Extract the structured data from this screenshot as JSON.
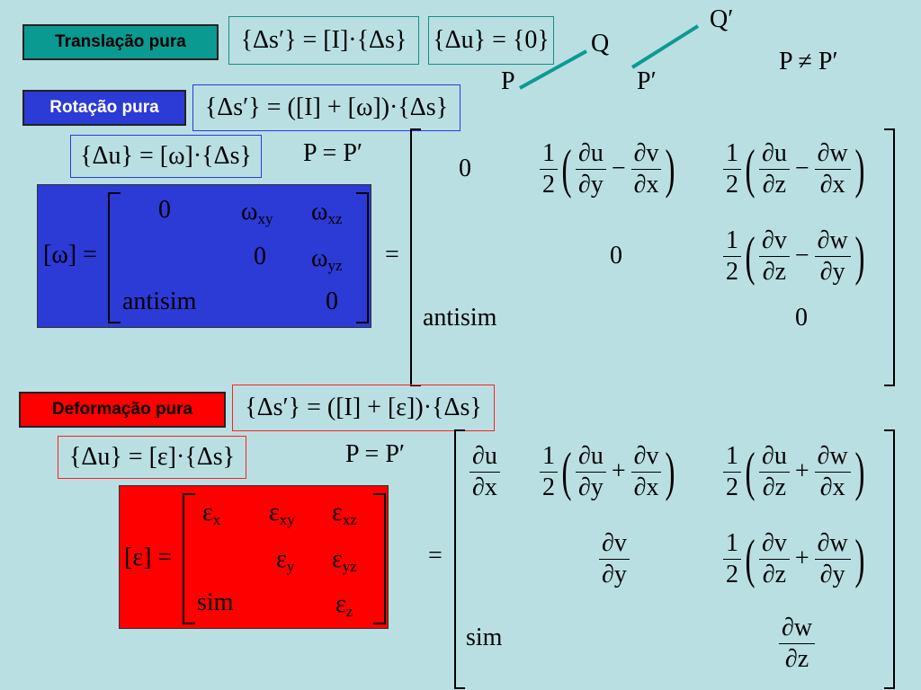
{
  "labels": {
    "translation": "Translação pura",
    "rotation": "Rotação pura",
    "deformation": "Deformação pura"
  },
  "translation": {
    "eq1": "{Δs′} = [I]·{Δs}",
    "eq2": "{Δu} = {0}"
  },
  "geometry_labels": {
    "Q_prime": "Q′",
    "Q": "Q",
    "P": "P",
    "P_prime": "P′",
    "P_neq": "P ≠ P′"
  },
  "rotation": {
    "eq1": "{Δs′} = ([I] + [ω])·{Δs}",
    "eq2": "{Δu} = [ω]·{Δs}",
    "p_eq": "P = P′",
    "matrix_lhs": "[ω] =",
    "matrix": {
      "r1": [
        "0",
        "ω",
        "ω"
      ],
      "r1_sub": [
        "",
        "xy",
        "xz"
      ],
      "r2": [
        "0",
        "ω"
      ],
      "r2_sub": [
        "",
        "yz"
      ],
      "r3": [
        "antisim",
        "0"
      ]
    },
    "equals": "=",
    "expanded": {
      "zero1": "0",
      "zero2": "0",
      "zero3": "0",
      "antisim": "antisim",
      "half_num": "1",
      "half_den": "2",
      "du": "∂u",
      "dv": "∂v",
      "dw": "∂w",
      "dx": "∂x",
      "dy": "∂y",
      "dz": "∂z",
      "minus": "−"
    }
  },
  "deformation": {
    "eq1": "{Δs′} = ([I] + [ε])·{Δs}",
    "eq2": "{Δu} = [ε]·{Δs}",
    "p_eq": "P = P′",
    "matrix_lhs": "[ε] =",
    "matrix": {
      "r1": [
        "ε",
        "ε",
        "ε"
      ],
      "r1_sub": [
        "x",
        "xy",
        "xz"
      ],
      "r2": [
        "ε",
        "ε"
      ],
      "r2_sub": [
        "y",
        "yz"
      ],
      "r3": [
        "sim",
        "ε"
      ],
      "r3_sub": [
        "",
        "z"
      ]
    },
    "equals": "=",
    "expanded": {
      "sim": "sim",
      "plus": "+"
    }
  },
  "colors": {
    "background": "#b9dfe3",
    "teal": "#0b9a92",
    "blue": "#2c3ad6",
    "red": "#ff0000"
  }
}
